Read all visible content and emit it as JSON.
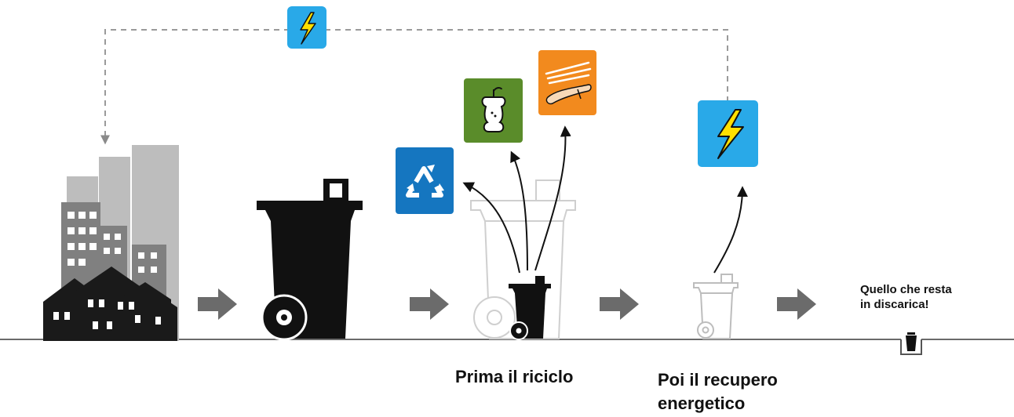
{
  "labels": {
    "recycling_first": "Prima il riciclo",
    "energy_recovery_line1": "Poi il recupero",
    "energy_recovery_line2": "energetico",
    "landfill_line1": "Quello che resta",
    "landfill_line2": "in discarica!"
  },
  "icons": {
    "recycle": "recycle-icon",
    "organic": "apple-core-icon",
    "wood": "wood-logs-icon",
    "energy": "lightning-icon"
  },
  "colors": {
    "recycle_tile": "#1576c0",
    "organic_tile": "#5a8c2a",
    "wood_tile": "#f28a1e",
    "energy_tile": "#29a9e8",
    "bin": "#111111",
    "flow_arrow": "#6b6b6b",
    "buildings_back": "#bdbdbd",
    "buildings_mid": "#808080"
  }
}
